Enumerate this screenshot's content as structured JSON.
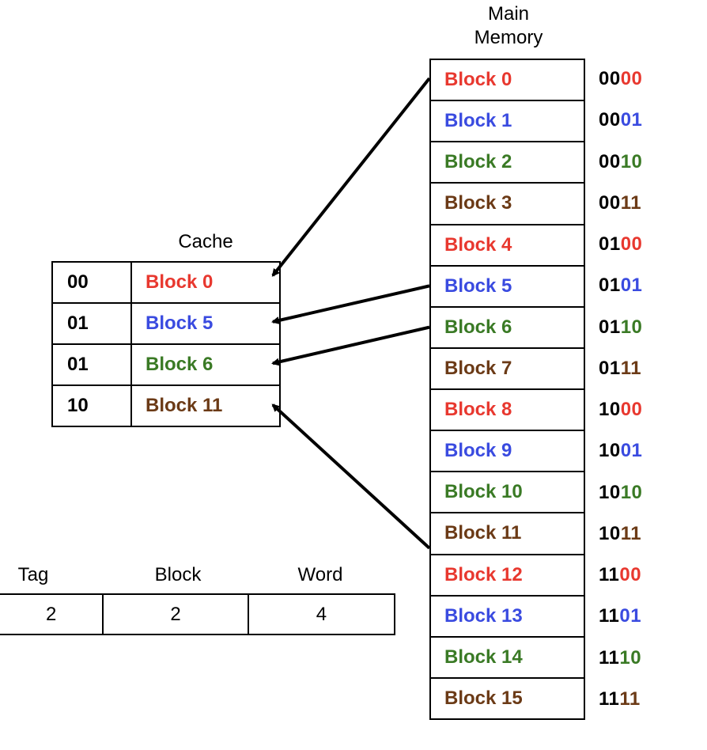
{
  "main_memory": {
    "title_line1": "Main",
    "title_line2": "Memory",
    "blocks": [
      {
        "label": "Block 0",
        "color": "#e8382f",
        "addr_hi": "00",
        "addr_lo": "00"
      },
      {
        "label": "Block 1",
        "color": "#3a4be0",
        "addr_hi": "00",
        "addr_lo": "01"
      },
      {
        "label": "Block 2",
        "color": "#3a7a25",
        "addr_hi": "00",
        "addr_lo": "10"
      },
      {
        "label": "Block 3",
        "color": "#6b3a16",
        "addr_hi": "00",
        "addr_lo": "11"
      },
      {
        "label": "Block 4",
        "color": "#e8382f",
        "addr_hi": "01",
        "addr_lo": "00"
      },
      {
        "label": "Block 5",
        "color": "#3a4be0",
        "addr_hi": "01",
        "addr_lo": "01"
      },
      {
        "label": "Block 6",
        "color": "#3a7a25",
        "addr_hi": "01",
        "addr_lo": "10"
      },
      {
        "label": "Block 7",
        "color": "#6b3a16",
        "addr_hi": "01",
        "addr_lo": "11"
      },
      {
        "label": "Block 8",
        "color": "#e8382f",
        "addr_hi": "10",
        "addr_lo": "00"
      },
      {
        "label": "Block 9",
        "color": "#3a4be0",
        "addr_hi": "10",
        "addr_lo": "01"
      },
      {
        "label": "Block 10",
        "color": "#3a7a25",
        "addr_hi": "10",
        "addr_lo": "10"
      },
      {
        "label": "Block 11",
        "color": "#6b3a16",
        "addr_hi": "10",
        "addr_lo": "11"
      },
      {
        "label": "Block 12",
        "color": "#e8382f",
        "addr_hi": "11",
        "addr_lo": "00"
      },
      {
        "label": "Block 13",
        "color": "#3a4be0",
        "addr_hi": "11",
        "addr_lo": "01"
      },
      {
        "label": "Block 14",
        "color": "#3a7a25",
        "addr_hi": "11",
        "addr_lo": "10"
      },
      {
        "label": "Block 15",
        "color": "#6b3a16",
        "addr_hi": "11",
        "addr_lo": "11"
      }
    ]
  },
  "cache": {
    "title": "Cache",
    "lines": [
      {
        "index": "00",
        "label": "Block 0",
        "color": "#e8382f",
        "source_block": 0
      },
      {
        "index": "01",
        "label": "Block 5",
        "color": "#3a4be0",
        "source_block": 5
      },
      {
        "index": "01",
        "label": "Block 6",
        "color": "#3a7a25",
        "source_block": 6
      },
      {
        "index": "10",
        "label": "Block 11",
        "color": "#6b3a16",
        "source_block": 11
      }
    ]
  },
  "address_format": {
    "fields": [
      {
        "name": "Tag",
        "bits": "2"
      },
      {
        "name": "Block",
        "bits": "2"
      },
      {
        "name": "Word",
        "bits": "4"
      }
    ]
  },
  "colors": {
    "line": "#000000",
    "text": "#000000"
  }
}
